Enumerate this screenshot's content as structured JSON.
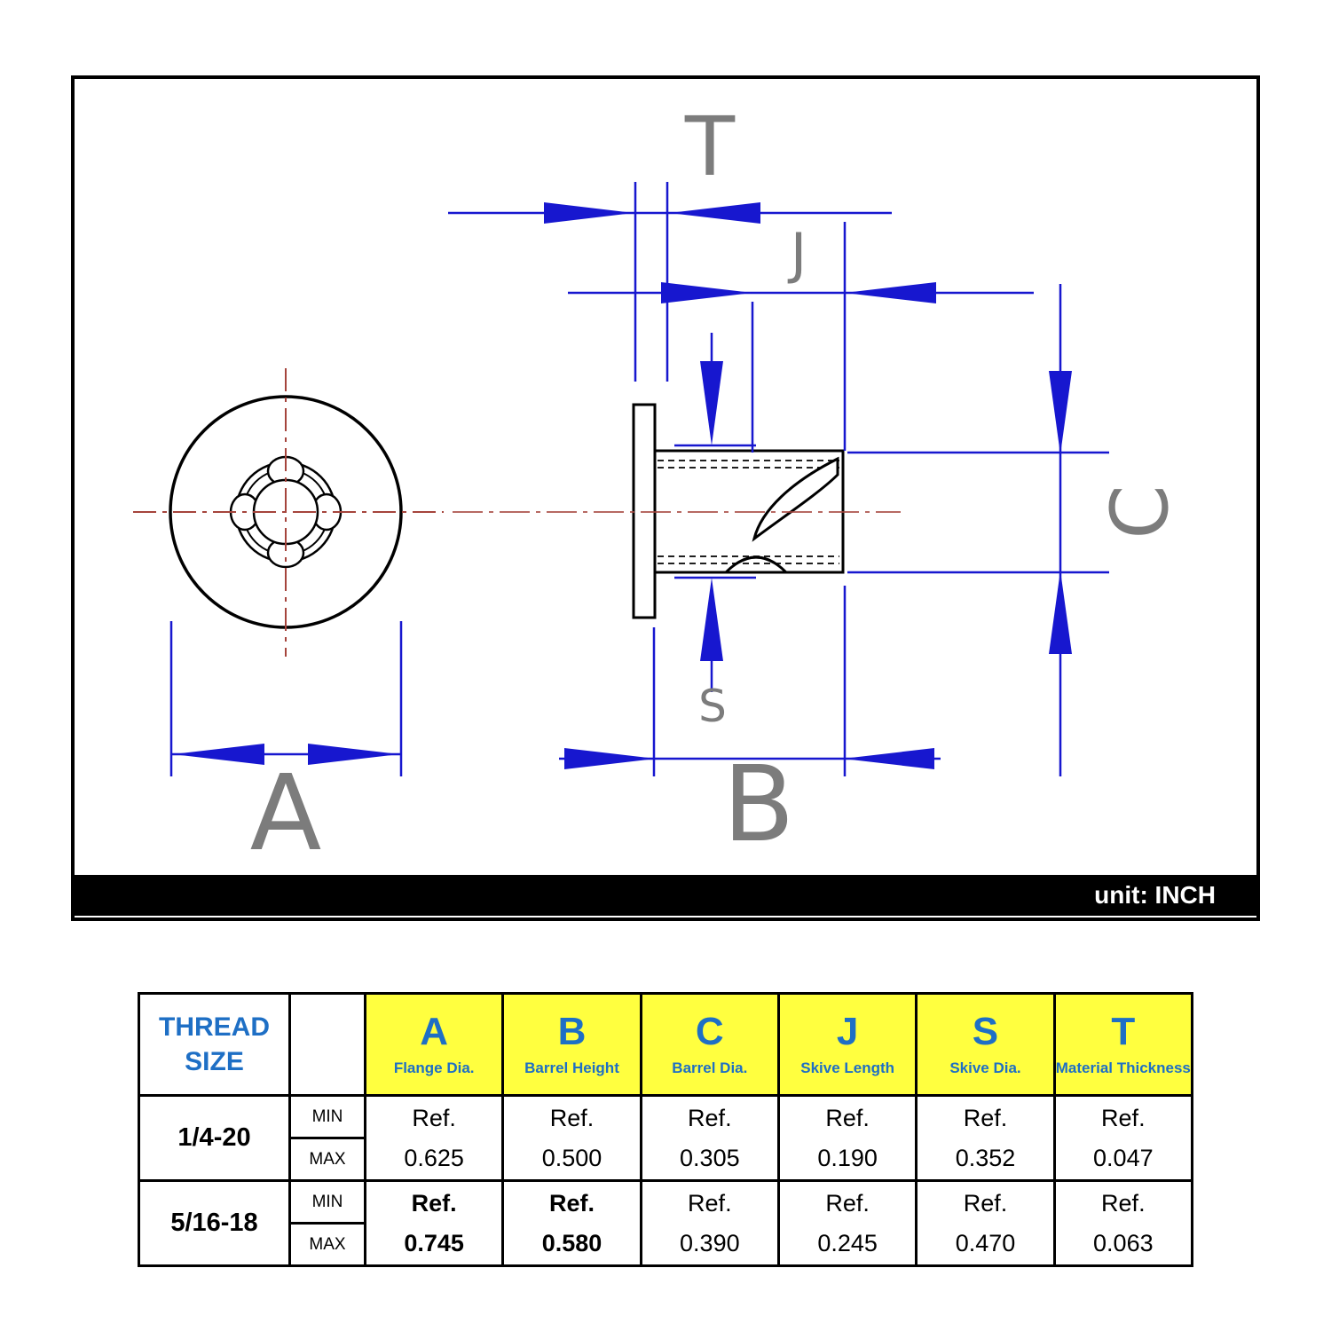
{
  "drawing": {
    "unit": "unit: INCH",
    "labels": {
      "T": "T",
      "J": "J",
      "C": "C",
      "S": "S",
      "A": "A",
      "B": "B"
    },
    "colors": {
      "dim_blue": "#1717cf",
      "centerline_red": "#a5443c",
      "part_line": "#000000"
    }
  },
  "table": {
    "thread_header": "THREAD SIZE",
    "min_label": "MIN",
    "max_label": "MAX",
    "header_bg": "#ffff3f",
    "header_text_color": "#1e6fc5",
    "columns": [
      {
        "letter": "A",
        "name": "Flange Dia."
      },
      {
        "letter": "B",
        "name": "Barrel Height"
      },
      {
        "letter": "C",
        "name": "Barrel Dia."
      },
      {
        "letter": "J",
        "name": "Skive Length"
      },
      {
        "letter": "S",
        "name": "Skive Dia."
      },
      {
        "letter": "T",
        "name": "Material Thickness"
      }
    ],
    "rows": [
      {
        "thread": "1/4-20",
        "cells": [
          {
            "ref": "Ref.",
            "value": "0.625",
            "bold": false
          },
          {
            "ref": "Ref.",
            "value": "0.500",
            "bold": false
          },
          {
            "ref": "Ref.",
            "value": "0.305",
            "bold": false
          },
          {
            "ref": "Ref.",
            "value": "0.190",
            "bold": false
          },
          {
            "ref": "Ref.",
            "value": "0.352",
            "bold": false
          },
          {
            "ref": "Ref.",
            "value": "0.047",
            "bold": false
          }
        ]
      },
      {
        "thread": "5/16-18",
        "cells": [
          {
            "ref": "Ref.",
            "value": "0.745",
            "bold": true
          },
          {
            "ref": "Ref.",
            "value": "0.580",
            "bold": true
          },
          {
            "ref": "Ref.",
            "value": "0.390",
            "bold": false
          },
          {
            "ref": "Ref.",
            "value": "0.245",
            "bold": false
          },
          {
            "ref": "Ref.",
            "value": "0.470",
            "bold": false
          },
          {
            "ref": "Ref.",
            "value": "0.063",
            "bold": false
          }
        ]
      }
    ]
  }
}
